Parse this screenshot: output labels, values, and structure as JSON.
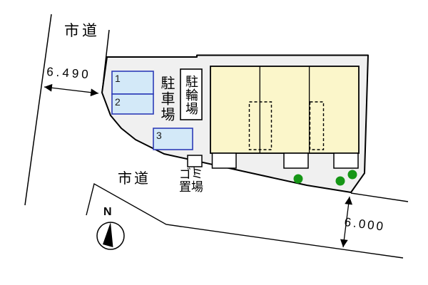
{
  "diagram": {
    "title": "site-plan",
    "road_label_top": "市道",
    "road_label_bottom": "市道",
    "dimension_left": "6.490",
    "dimension_bottom_right": "6.000",
    "parking_label": "駐車場",
    "bicycle_label": "駐輪場",
    "garbage_label": "ゴミ\n置場",
    "north_label": "N",
    "parking_spaces": [
      "1",
      "2",
      "3"
    ],
    "colors": {
      "site_fill": "#f0f0f0",
      "building_fill": "#fbf6ca",
      "parking_fill": "#d3e9f8",
      "parking_border": "#2e3cb8",
      "tree_green": "#169616",
      "line": "#000000"
    }
  }
}
